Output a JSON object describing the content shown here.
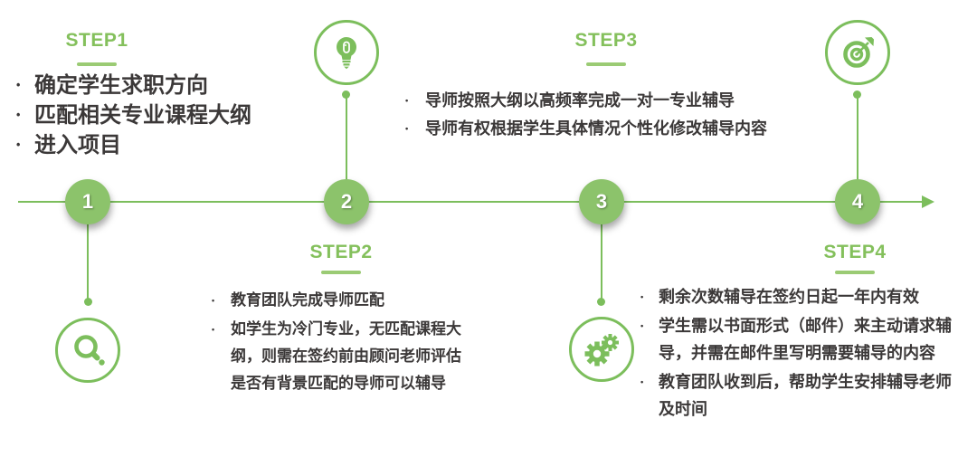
{
  "colors": {
    "accent_green": "#7CBE5C",
    "node_fill_green": "#8CC36B",
    "title_green": "#84C05C",
    "underline_green": "#9BCB74",
    "body_text": "#3B3838"
  },
  "timeline": {
    "direction": "left-to-right",
    "node_count": 4
  },
  "steps": [
    {
      "number": "1",
      "title": "STEP1",
      "icon": "magnifier-icon",
      "bullets": [
        "确定学生求职方向",
        "匹配相关专业课程大纲",
        "进入项目"
      ]
    },
    {
      "number": "2",
      "title": "STEP2",
      "icon": "lightbulb-icon",
      "bullets": [
        "教育团队完成导师匹配",
        "如学生为冷门专业，无匹配课程大纲，则需在签约前由顾问老师评估是否有背景匹配的导师可以辅导"
      ]
    },
    {
      "number": "3",
      "title": "STEP3",
      "icon": "gears-icon",
      "bullets": [
        "导师按照大纲以高频率完成一对一专业辅导",
        "导师有权根据学生具体情况个性化修改辅导内容"
      ]
    },
    {
      "number": "4",
      "title": "STEP4",
      "icon": "target-icon",
      "bullets": [
        "剩余次数辅导在签约日起一年内有效",
        "学生需以书面形式（邮件）来主动请求辅导，并需在邮件里写明需要辅导的内容",
        "教育团队收到后，帮助学生安排辅导老师及时间"
      ]
    }
  ]
}
